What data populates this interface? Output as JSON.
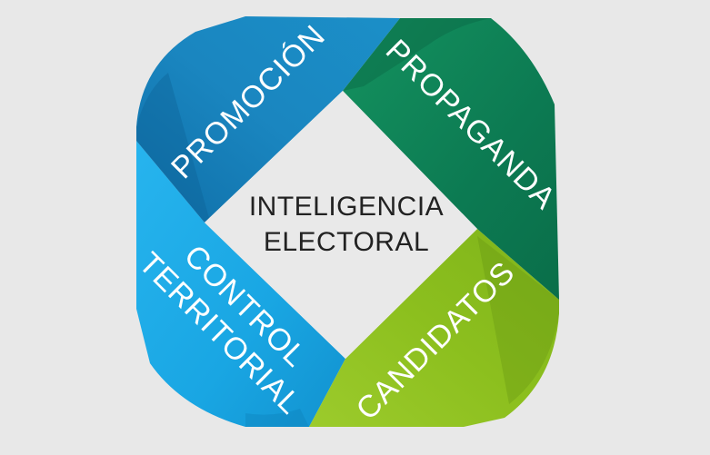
{
  "center": {
    "line1": "INTELIGENCIA",
    "line2": "ELECTORAL"
  },
  "bands": {
    "top_left": {
      "label": "PROMOCIÓN",
      "color": "#1a86c0"
    },
    "top_right": {
      "label": "PROPAGANDA",
      "color": "#0c7a52"
    },
    "bottom_right": {
      "label": "CANDIDATOS",
      "color": "#8cbf1e"
    },
    "bottom_left": {
      "line1": "CONTROL",
      "line2": "TERRITORIAL",
      "color": "#19a6e3"
    }
  },
  "colors": {
    "background": "#e8e8e8",
    "center_fill": "#e9e9e9",
    "center_text": "#222222"
  }
}
